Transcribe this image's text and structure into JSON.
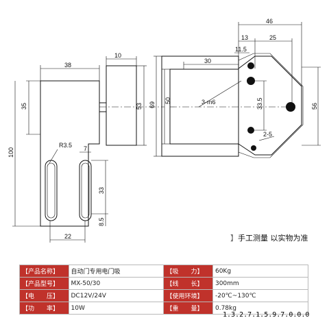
{
  "dimensions": {
    "d38": "38",
    "d10": "10",
    "d35": "35",
    "d53": "53",
    "d100": "100",
    "r35": "R3.5",
    "d7": "7",
    "d33": "33",
    "d85": "8.5",
    "d22": "22",
    "d69": "69",
    "d50": "50",
    "d30": "30",
    "d3m6": "3-m6",
    "d46": "46",
    "d13": "13",
    "d25": "25",
    "d115": "11.5",
    "d335": "33.5",
    "d56": "56",
    "d25b": "2-5"
  },
  "note": "手工测量 以实物为准",
  "note_prefix": "】",
  "specs": [
    {
      "l1": "【产品名称】",
      "v1": "自动门专用电门吸",
      "l2": "【吸　　力】",
      "v2": "60Kg"
    },
    {
      "l1": "【产品型号】",
      "v1": "MX-50/30",
      "l2": "【线　　长】",
      "v2": "300mm"
    },
    {
      "l1": "【电　　压】",
      "v1": "DC12V/24V",
      "l2": "【使用环境】",
      "v2": "-20℃~130℃"
    },
    {
      "l1": "【功　　率】",
      "v1": "10W",
      "l2": "【重　　量】",
      "v2": "0.78kg"
    }
  ],
  "serial": "1.3.2.7.1.5.9.7.0.0.0"
}
